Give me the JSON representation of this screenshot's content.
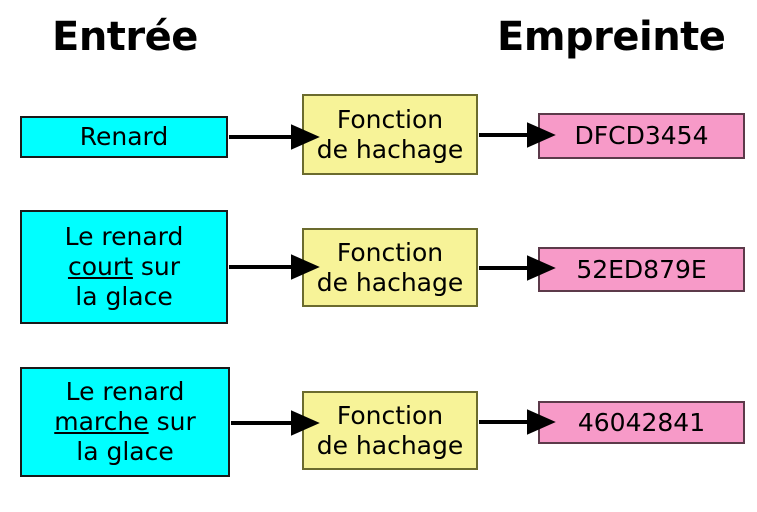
{
  "headers": {
    "input_label": "Entrée",
    "output_label": "Empreinte"
  },
  "colors": {
    "input_fill": "#00FFFF",
    "input_stroke": "#1A1A1A",
    "function_fill": "#F7F398",
    "function_stroke": "#6B6B2E",
    "digest_fill": "#F79AC8",
    "digest_stroke": "#5C3A4A",
    "arrow": "#000000",
    "background": "#FFFFFF",
    "text": "#000000"
  },
  "rows": [
    {
      "input": {
        "line1": "Renard",
        "line2": "",
        "line3": "",
        "emphasis_word": ""
      },
      "function": {
        "line1": "Fonction",
        "line2": "de hachage"
      },
      "digest": "DFCD3454"
    },
    {
      "input": {
        "line1": "Le renard",
        "line2_before": "",
        "emphasis_word": "court",
        "line2_after": " sur",
        "line3": "la glace"
      },
      "function": {
        "line1": "Fonction",
        "line2": "de hachage"
      },
      "digest": "52ED879E"
    },
    {
      "input": {
        "line1": "Le renard",
        "line2_before": "",
        "emphasis_word": "marche",
        "line2_after": " sur",
        "line3": "la glace"
      },
      "function": {
        "line1": "Fonction",
        "line2": "de hachage"
      },
      "digest": "46042841"
    }
  ],
  "arrows": [
    {
      "name": "arrow-input-to-function-1"
    },
    {
      "name": "arrow-function-to-digest-1"
    },
    {
      "name": "arrow-input-to-function-2"
    },
    {
      "name": "arrow-function-to-digest-2"
    },
    {
      "name": "arrow-input-to-function-3"
    },
    {
      "name": "arrow-function-to-digest-3"
    }
  ]
}
